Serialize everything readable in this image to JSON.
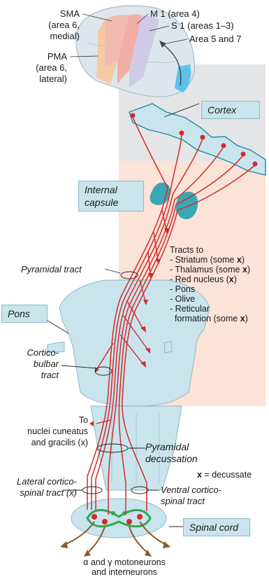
{
  "cortex_labels": {
    "sma": [
      "SMA",
      "(area 6,",
      "medial)"
    ],
    "pma": [
      "PMA",
      "(area 6,",
      "lateral)"
    ],
    "m1": "M 1 (area 4)",
    "s1": "S 1 (areas 1–3)",
    "area57": "Area 5 and 7"
  },
  "boxes": {
    "cortex": "Cortex",
    "internal_capsule": [
      "Internal",
      "capsule"
    ],
    "pons": "Pons",
    "spinal_cord": "Spinal cord"
  },
  "tracts_to": {
    "heading": "Tracts to",
    "items": [
      {
        "text": "- Striatum (some ",
        "bold": "x",
        "tail": ")"
      },
      {
        "text": "- Thalamus (some ",
        "bold": "x",
        "tail": ")"
      },
      {
        "text": "- Red nucleus (",
        "bold": "x",
        "tail": ")"
      },
      {
        "text": "- Pons",
        "bold": "",
        "tail": ""
      },
      {
        "text": "- Olive",
        "bold": "",
        "tail": ""
      },
      {
        "text": "- Reticular",
        "bold": "",
        "tail": ""
      },
      {
        "text": "  formation (some ",
        "bold": "x",
        "tail": ")"
      }
    ]
  },
  "labels": {
    "pyramidal_tract": "Pyramidal tract",
    "corticobulbar": [
      "Cortico-",
      "bulbar",
      "tract"
    ],
    "to_nuclei": [
      "To",
      "nuclei cuneatus",
      "and gracilis (x)"
    ],
    "pyramidal_decussation": [
      "Pyramidal",
      "decussation"
    ],
    "legend_x": "x",
    "legend_text": " = decussate",
    "lateral_tract": [
      "Lateral cortico-",
      "spinal tract (x)"
    ],
    "ventral_tract": [
      "Ventral cortico-",
      "spinal tract"
    ],
    "motoneurons": [
      "α and γ motoneurons",
      "and interneurons"
    ]
  },
  "colors": {
    "tract": "#d42a2a",
    "light_blue": "#c9e4ec",
    "teal_outline": "#1a8da3",
    "grey_panel": "#e4e5e6",
    "salmon_panel": "#fbe3d8",
    "sma": "#f5b6a8",
    "pma": "#f6c79c",
    "m1": "#f3a7a0",
    "s1": "#cfc8e6",
    "area57": "#5bc2ec",
    "brain": "#dde6ec",
    "green": "#2fa84f",
    "brown": "#8b5a2b"
  }
}
